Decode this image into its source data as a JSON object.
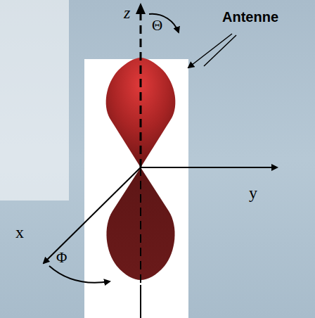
{
  "diagram": {
    "labels": [
      "z",
      "Θ",
      "Antenne",
      "y",
      "x",
      "Φ"
    ]
  }
}
